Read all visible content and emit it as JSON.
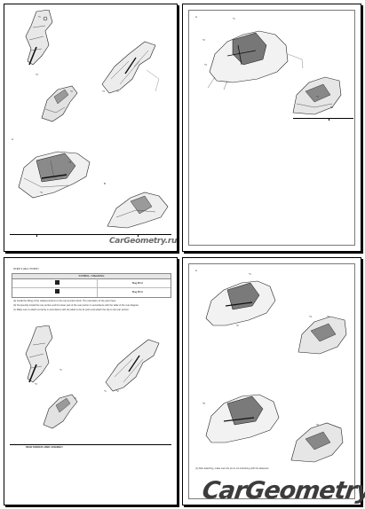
{
  "watermark": {
    "small": "CarGeometry.ru",
    "big": "CarGeometry"
  },
  "pages": {
    "top_left": {
      "figure_marks": [
        "A",
        "B"
      ],
      "callouts": [
        "*1",
        "*2",
        "*3",
        "*1",
        "*2",
        "*3",
        "*4"
      ]
    },
    "top_right": {
      "figure_marks": [
        "A"
      ],
      "callouts": [
        "*1",
        "*2",
        "*3",
        "*4",
        "*5"
      ]
    },
    "bottom_left": {
      "header": "STEP 2 (Ref. POINT)",
      "table_header": "SYMBOL / MEANING",
      "table_rows": [
        {
          "text": "Bug Bird"
        },
        {
          "text": "Bug Bird"
        }
      ],
      "notes": [
        "(a) Install the fitting of the related portions to the rear junction block. The orientation of the part's face.",
        "(b) Temporarily install the rear portion and the lower part of the rear portion in accordance with the table of the rear diagram",
        "(c) Make sure to attach correctly in accordance with the table to the fix point and attach the clip to the rear portion."
      ],
      "callouts": [
        "*1",
        "*2",
        "*1",
        "*2",
        "*3"
      ],
      "footer": "REAR FENDER LINER ASSEMBLY"
    },
    "bottom_right": {
      "figure_marks": [
        "A"
      ],
      "callouts": [
        "*1",
        "*2",
        "*3",
        "*4",
        "*5",
        "*6"
      ],
      "footer": "(c) After attaching, make sure the pin is not interfering with the fasteners"
    }
  }
}
